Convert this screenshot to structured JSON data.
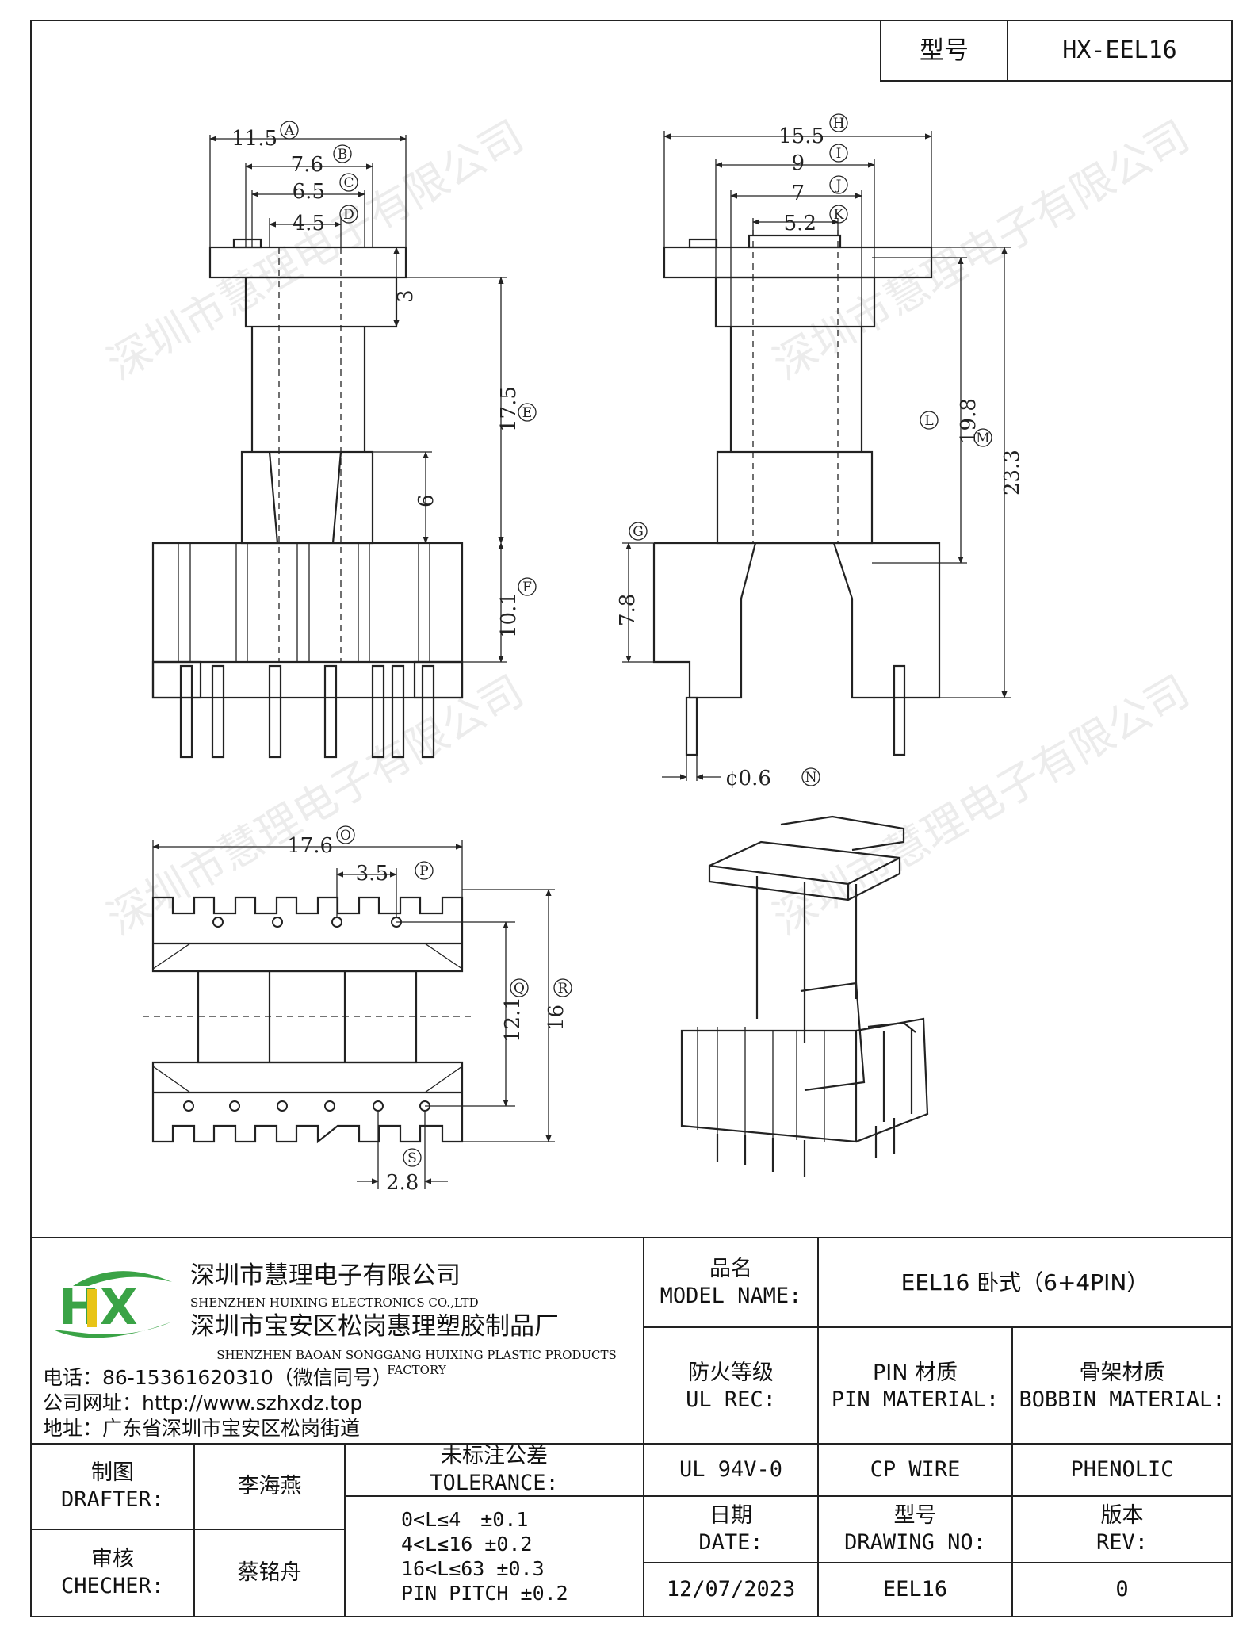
{
  "header": {
    "model_label": "型号",
    "model_value": "HX-EEL16"
  },
  "watermark": "深圳市慧理电子有限公司",
  "dims": {
    "top_front": {
      "A": "11.5",
      "B": "7.6",
      "C": "6.5",
      "D": "4.5",
      "E": "17.5",
      "F": "10.1",
      "h3": "3",
      "h6": "6"
    },
    "top_side": {
      "H": "15.5",
      "I": "9",
      "J": "7",
      "K": "5.2",
      "L": "19.8",
      "M": "23.3",
      "G": "7.8",
      "N": "¢0.6"
    },
    "bottom_view": {
      "O": "17.6",
      "P": "3.5",
      "Q": "12.1",
      "R": "16",
      "S": "2.8"
    }
  },
  "markers": [
    "A",
    "B",
    "C",
    "D",
    "E",
    "F",
    "G",
    "H",
    "I",
    "J",
    "K",
    "L",
    "M",
    "N",
    "O",
    "P",
    "Q",
    "R",
    "S"
  ],
  "company": {
    "logo": "HX",
    "name_cn": "深圳市慧理电子有限公司",
    "name_en": "SHENZHEN HUIXING ELECTRONICS CO.,LTD",
    "factory_cn": "深圳市宝安区松岗惠理塑胶制品厂",
    "factory_en": "SHENZHEN BAOAN SONGGANG HUIXING PLASTIC PRODUCTS FACTORY",
    "phone": "电话：86-15361620310（微信同号）",
    "website": "公司网址：http://www.szhxdz.top",
    "address": "地址：广东省深圳市宝安区松岗街道"
  },
  "titleblock": {
    "model_name_cn": "品名",
    "model_name_en": "MODEL NAME:",
    "model_name_value": "EEL16 卧式（6+4PIN）",
    "ul_cn": "防火等级",
    "ul_en": "UL REC:",
    "pin_cn": "PIN 材质",
    "pin_en": "PIN MATERIAL:",
    "bobbin_cn": "骨架材质",
    "bobbin_en": "BOBBIN MATERIAL:",
    "ul_value": "UL 94V-0",
    "pin_value": "CP WIRE",
    "bobbin_value": "PHENOLIC",
    "drafter_cn": "制图",
    "drafter_en": "DRAFTER:",
    "drafter_value": "李海燕",
    "checker_cn": "审核",
    "checker_en": "CHECHER:",
    "checker_value": "蔡铭舟",
    "tol_cn": "未标注公差",
    "tol_en": "TOLERANCE:",
    "tol_lines": [
      "0<L≤4　±0.1",
      "4<L≤16 ±0.2",
      "16<L≤63 ±0.3",
      "PIN PITCH ±0.2"
    ],
    "date_cn": "日期",
    "date_en": "DATE:",
    "date_value": "12/07/2023",
    "dwg_cn": "型号",
    "dwg_en": "DRAWING NO:",
    "dwg_value": "EEL16",
    "rev_cn": "版本",
    "rev_en": "REV:",
    "rev_value": "0"
  },
  "colors": {
    "logo_green": "#3aa346",
    "logo_yellow": "#e8c417",
    "line": "#222222"
  }
}
